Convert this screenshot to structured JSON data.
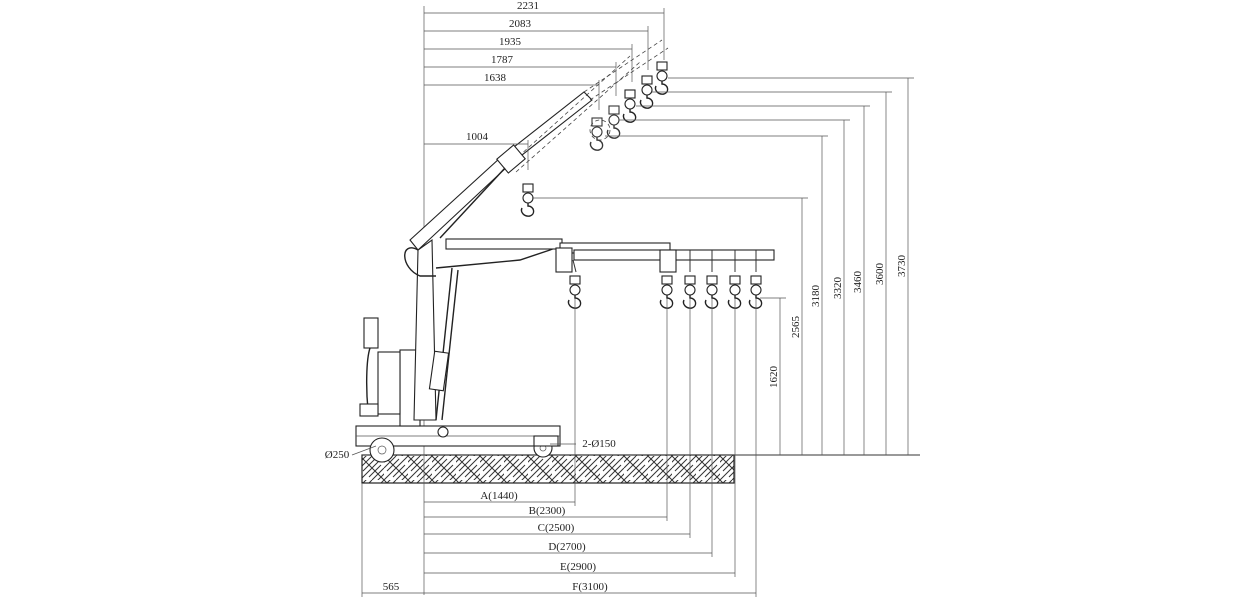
{
  "top_dimensions": [
    "2231",
    "2083",
    "1935",
    "1787",
    "1638",
    "1004"
  ],
  "height_dimensions": [
    "1620",
    "2565",
    "3180",
    "3320",
    "3460",
    "3600",
    "3730"
  ],
  "reach_dimensions": [
    "A(1440)",
    "B(2300)",
    "C(2500)",
    "D(2700)",
    "E(2900)",
    "F(3100)"
  ],
  "offset_dimension": "565",
  "rear_wheel_label": "Ø250",
  "front_wheel_label": "2-Ø150"
}
